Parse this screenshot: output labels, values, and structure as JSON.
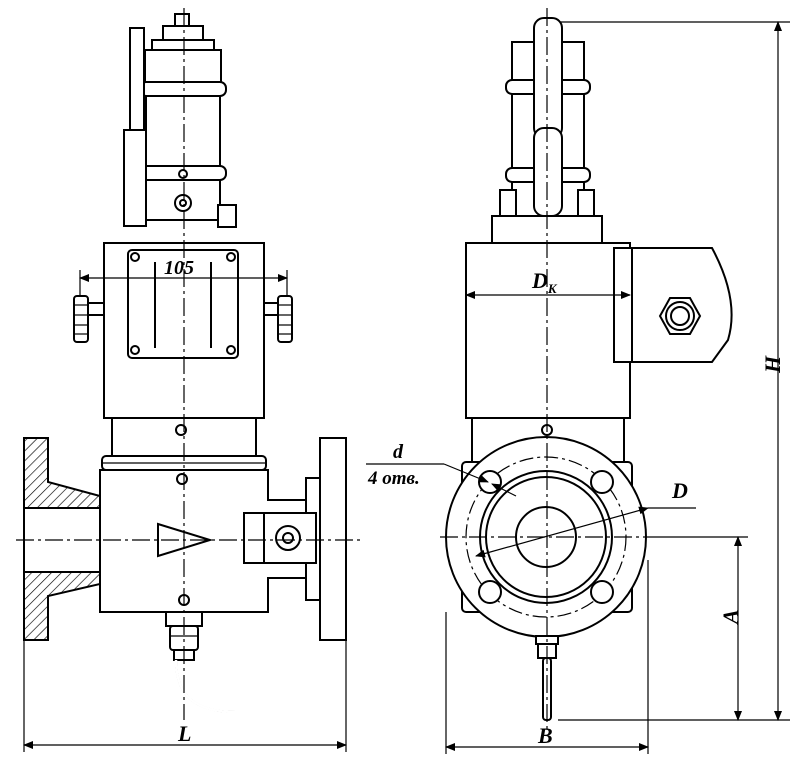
{
  "labels": {
    "dim_width": "105",
    "dim_dk": "D",
    "dim_dk_sub": "K",
    "dim_d": "d",
    "holes": "4 отв.",
    "dim_D": "D",
    "dim_H": "H",
    "dim_A": "A",
    "dim_L": "L",
    "dim_B": "B"
  },
  "icons": {
    "flow": "flow-arrow-icon"
  }
}
